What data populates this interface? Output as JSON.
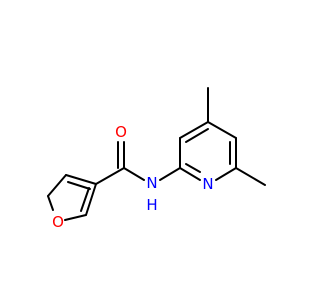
{
  "molecule": {
    "atoms": {
      "carbonyl_oxygen": {
        "symbol": "O",
        "color": "#ff0000"
      },
      "furan_oxygen": {
        "symbol": "O",
        "color": "#ff0000"
      },
      "amide_nitrogen": {
        "symbol": "N",
        "color": "#0000ff"
      },
      "amide_hydrogen": {
        "symbol": "H",
        "color": "#0000ff"
      },
      "pyridine_nitrogen": {
        "symbol": "N",
        "color": "#0000ff"
      }
    }
  }
}
